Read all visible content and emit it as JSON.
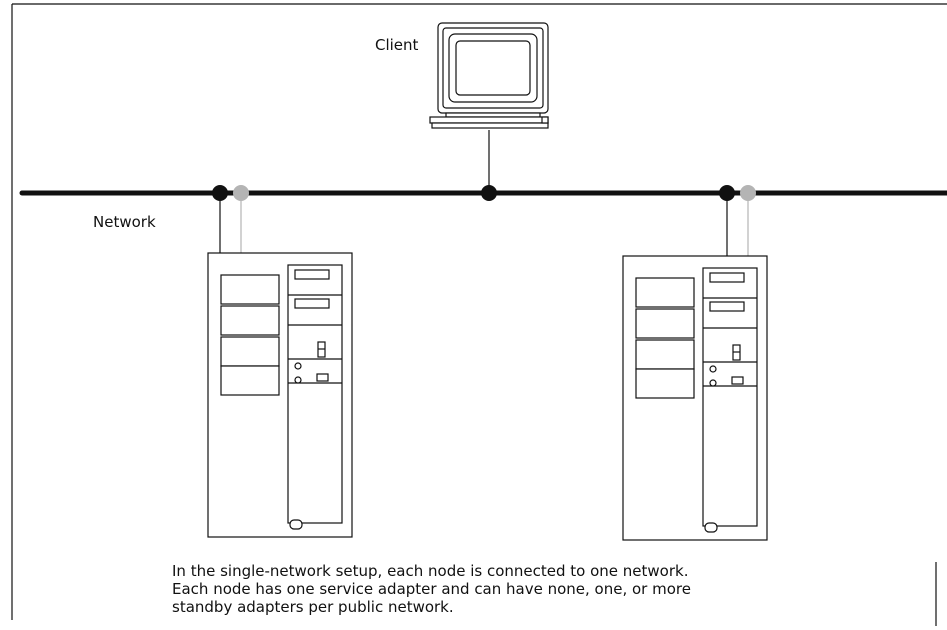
{
  "labels": {
    "client": "Client",
    "network": "Network"
  },
  "caption": [
    "In the single-network setup, each node is connected to one network.",
    "Each node has one service adapter and can have none, one, or more",
    "standby adapters per public network."
  ],
  "colors": {
    "line": "#111111",
    "service_adapter": "#111111",
    "standby_adapter": "#b4b4b4",
    "background": "#ffffff"
  }
}
